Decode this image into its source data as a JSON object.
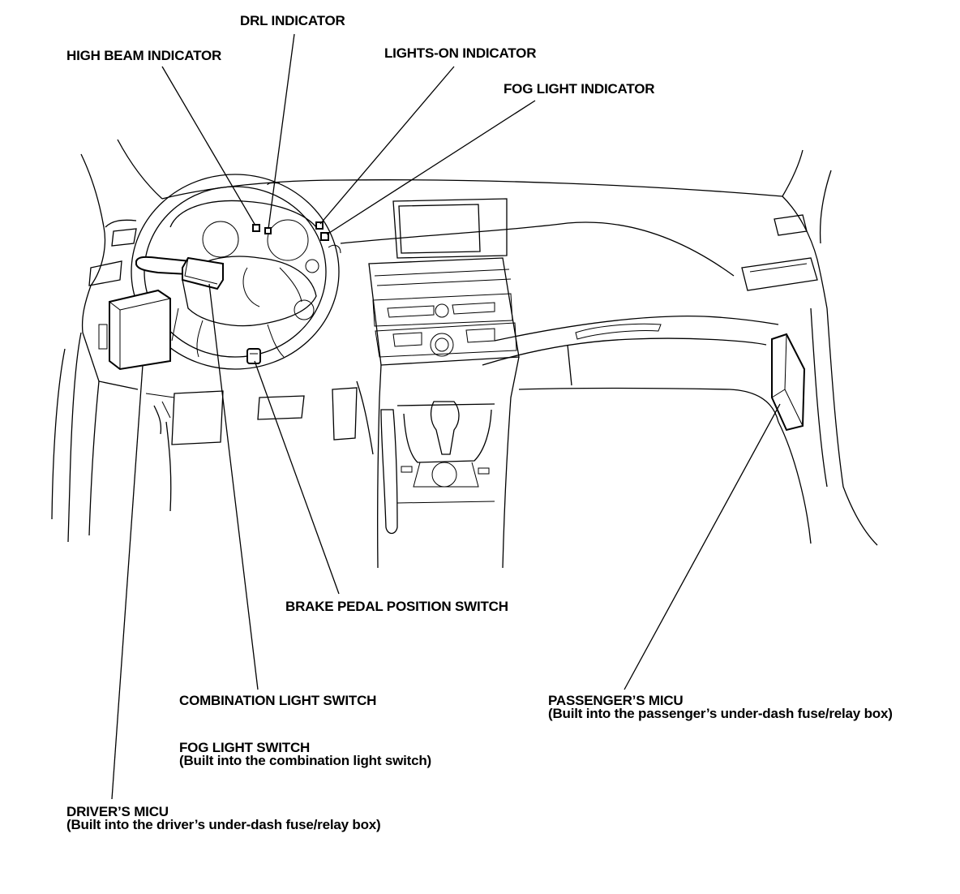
{
  "labels": {
    "drl_indicator": "DRL INDICATOR",
    "high_beam_indicator": "HIGH BEAM INDICATOR",
    "lights_on_indicator": "LIGHTS-ON INDICATOR",
    "fog_light_indicator": "FOG LIGHT INDICATOR",
    "brake_pedal_position_switch": "BRAKE PEDAL POSITION SWITCH",
    "combination_light_switch": "COMBINATION LIGHT SWITCH",
    "fog_light_switch": "FOG LIGHT SWITCH",
    "fog_light_switch_note": "(Built into the combination light switch)",
    "passengers_micu": "PASSENGER’S MICU",
    "passengers_micu_note": "(Built into the passenger’s under-dash fuse/relay box)",
    "drivers_micu": "DRIVER’S MICU",
    "drivers_micu_note": "(Built into the driver’s under-dash fuse/relay box)"
  },
  "colors": {
    "ink": "#000000",
    "background": "#ffffff"
  }
}
